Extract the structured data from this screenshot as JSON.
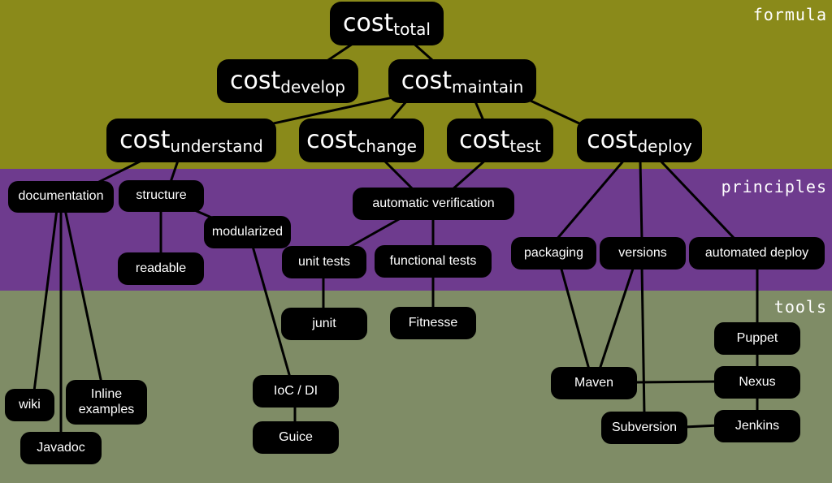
{
  "bands": {
    "formula": "formula",
    "principles": "principles",
    "tools": "tools"
  },
  "formula": {
    "total": {
      "main": "cost",
      "sub": "total"
    },
    "develop": {
      "main": "cost",
      "sub": "develop"
    },
    "maintain": {
      "main": "cost",
      "sub": "maintain"
    },
    "understand": {
      "main": "cost",
      "sub": "understand"
    },
    "change": {
      "main": "cost",
      "sub": "change"
    },
    "test": {
      "main": "cost",
      "sub": "test"
    },
    "deploy": {
      "main": "cost",
      "sub": "deploy"
    }
  },
  "principles": {
    "documentation": "documentation",
    "structure": "structure",
    "modularized": "modularized",
    "readable": "readable",
    "automatic_verification": "automatic verification",
    "unit_tests": "unit tests",
    "functional_tests": "functional tests",
    "packaging": "packaging",
    "versions": "versions",
    "automated_deploy": "automated deploy"
  },
  "tools": {
    "junit": "junit",
    "fitnesse": "Fitnesse",
    "wiki": "wiki",
    "javadoc": "Javadoc",
    "inline_examples": "Inline examples",
    "ioc_di": "IoC / DI",
    "guice": "Guice",
    "maven": "Maven",
    "puppet": "Puppet",
    "nexus": "Nexus",
    "jenkins": "Jenkins",
    "subversion": "Subversion"
  }
}
